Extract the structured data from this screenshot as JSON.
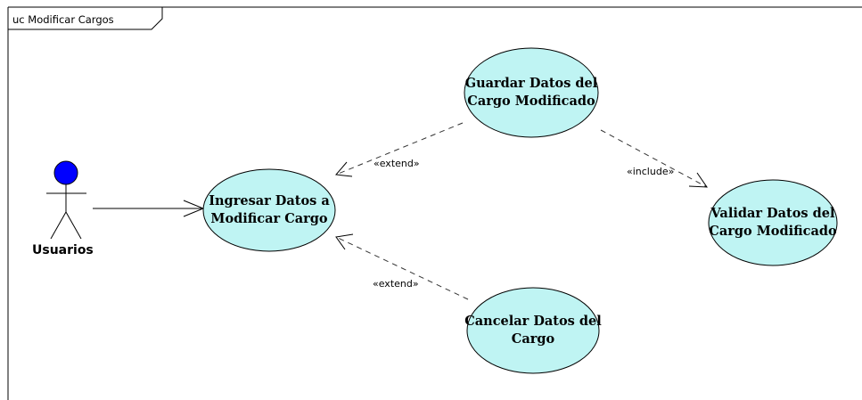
{
  "diagram": {
    "frame_title": "uc Modificar Cargos",
    "actor": {
      "name": "Usuarios",
      "head_color": "#0000ff"
    },
    "use_case_fill": "#bff4f3",
    "use_cases": {
      "ingresar": {
        "line1": "Ingresar Datos a",
        "line2": "Modificar Cargo"
      },
      "guardar": {
        "line1": "Guardar Datos del",
        "line2": "Cargo Modificado"
      },
      "validar": {
        "line1": "Validar Datos del",
        "line2": "Cargo Modificado"
      },
      "cancelar": {
        "line1": "Cancelar Datos del",
        "line2": "Cargo"
      }
    },
    "relations": {
      "extend_guardar": "«extend»",
      "include_validar": "«include»",
      "extend_cancelar": "«extend»"
    }
  }
}
